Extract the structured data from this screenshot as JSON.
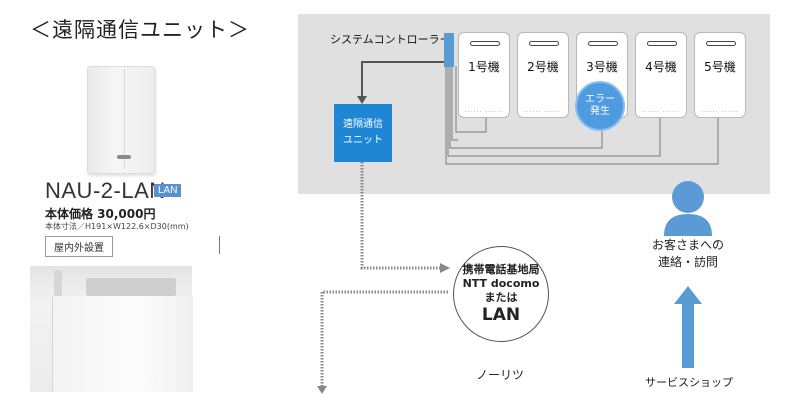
{
  "section_title": "＜遠隔通信ユニット＞",
  "product": {
    "model": "NAU-2-LAN",
    "lan_tag": "LAN",
    "price": "本体価格 30,000円",
    "dimensions": "本体寸法／H191×W122.6×D30(mm)",
    "install": "屋内外設置"
  },
  "diagram": {
    "controller_label": "システムコントローラー",
    "units": [
      "1号機",
      "2号機",
      "3号機",
      "4号機",
      "5号機"
    ],
    "unit_dots": "......  ......",
    "error_badge": [
      "エラー",
      "発生"
    ],
    "remote_unit": [
      "遠隔通信",
      "ユニット"
    ],
    "station": [
      "携帯電話基地局",
      "NTT docomo",
      "または",
      "LAN"
    ],
    "noritz": "ノーリツ",
    "customer": [
      "お客さまへの",
      "連絡・訪問"
    ],
    "service_shop": "サービスショップ"
  },
  "colors": {
    "accent_blue": "#1f86d6",
    "light_blue": "#5b9bd5",
    "panel_gray": "#e0e0e0",
    "person_blue": "#5b9bd5"
  }
}
